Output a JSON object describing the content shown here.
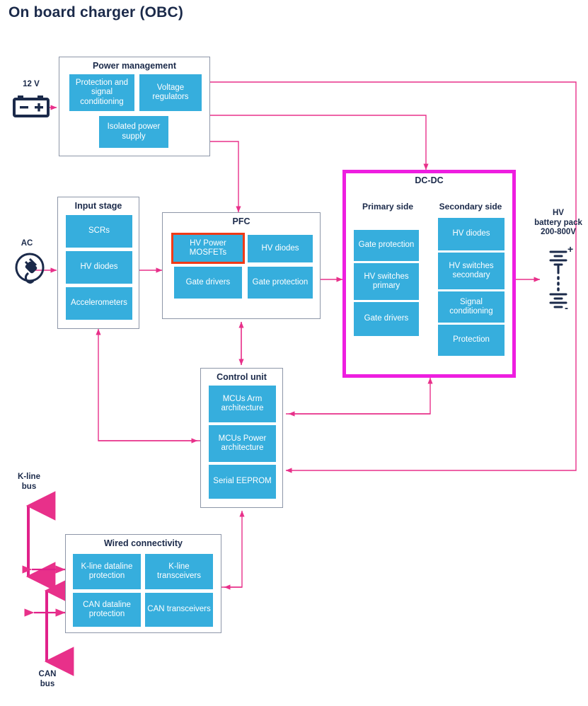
{
  "page": {
    "title": "On board charger (OBC)"
  },
  "colors": {
    "block_blue": "#36aedd",
    "wire_pink": "#e8308a",
    "highlight_red": "#f03a17",
    "highlight_magenta": "#ee1ee0",
    "group_border": "#8d96a8",
    "text_dark": "#1b2a4a"
  },
  "groups": {
    "power_management": {
      "title": "Power management",
      "blocks": [
        {
          "label": "Protection and signal conditioning"
        },
        {
          "label": "Voltage regulators"
        },
        {
          "label": "Isolated power supply"
        }
      ]
    },
    "input_stage": {
      "title": "Input stage",
      "blocks": [
        {
          "label": "SCRs"
        },
        {
          "label": "HV diodes"
        },
        {
          "label": "Accelerometers"
        }
      ]
    },
    "pfc": {
      "title": "PFC",
      "blocks": [
        {
          "label": "HV Power MOSFETs",
          "highlighted": true
        },
        {
          "label": "HV diodes"
        },
        {
          "label": "Gate drivers"
        },
        {
          "label": "Gate protection"
        }
      ]
    },
    "dcdc": {
      "title": "DC-DC",
      "highlighted": true,
      "primary_side": {
        "title": "Primary side",
        "blocks": [
          {
            "label": "Gate protection"
          },
          {
            "label": "HV switches primary"
          },
          {
            "label": "Gate drivers"
          }
        ]
      },
      "secondary_side": {
        "title": "Secondary side",
        "blocks": [
          {
            "label": "HV diodes"
          },
          {
            "label": "HV switches secondary"
          },
          {
            "label": "Signal conditioning"
          },
          {
            "label": "Protection"
          }
        ]
      }
    },
    "control_unit": {
      "title": "Control unit",
      "blocks": [
        {
          "label": "MCUs Arm architecture"
        },
        {
          "label": "MCUs Power architecture"
        },
        {
          "label": "Serial EEPROM"
        }
      ]
    },
    "wired_connectivity": {
      "title": "Wired connectivity",
      "blocks": [
        {
          "label": "K-line dataline protection"
        },
        {
          "label": "K-line transceivers"
        },
        {
          "label": "CAN dataline protection"
        },
        {
          "label": "CAN transceivers"
        }
      ]
    }
  },
  "terminals": {
    "battery_12v": {
      "label": "12 V",
      "icon": "car-battery-icon",
      "plus": "+",
      "minus": "−"
    },
    "ac_input": {
      "label": "AC",
      "icon": "ac-plug-icon"
    },
    "hv_battery": {
      "label": "HV\nbattery pack\n200-800V",
      "icon": "battery-cells-icon",
      "plus": "+",
      "minus": "-"
    },
    "kline_bus": {
      "label": "K-line\nbus"
    },
    "can_bus": {
      "label": "CAN\nbus"
    }
  }
}
